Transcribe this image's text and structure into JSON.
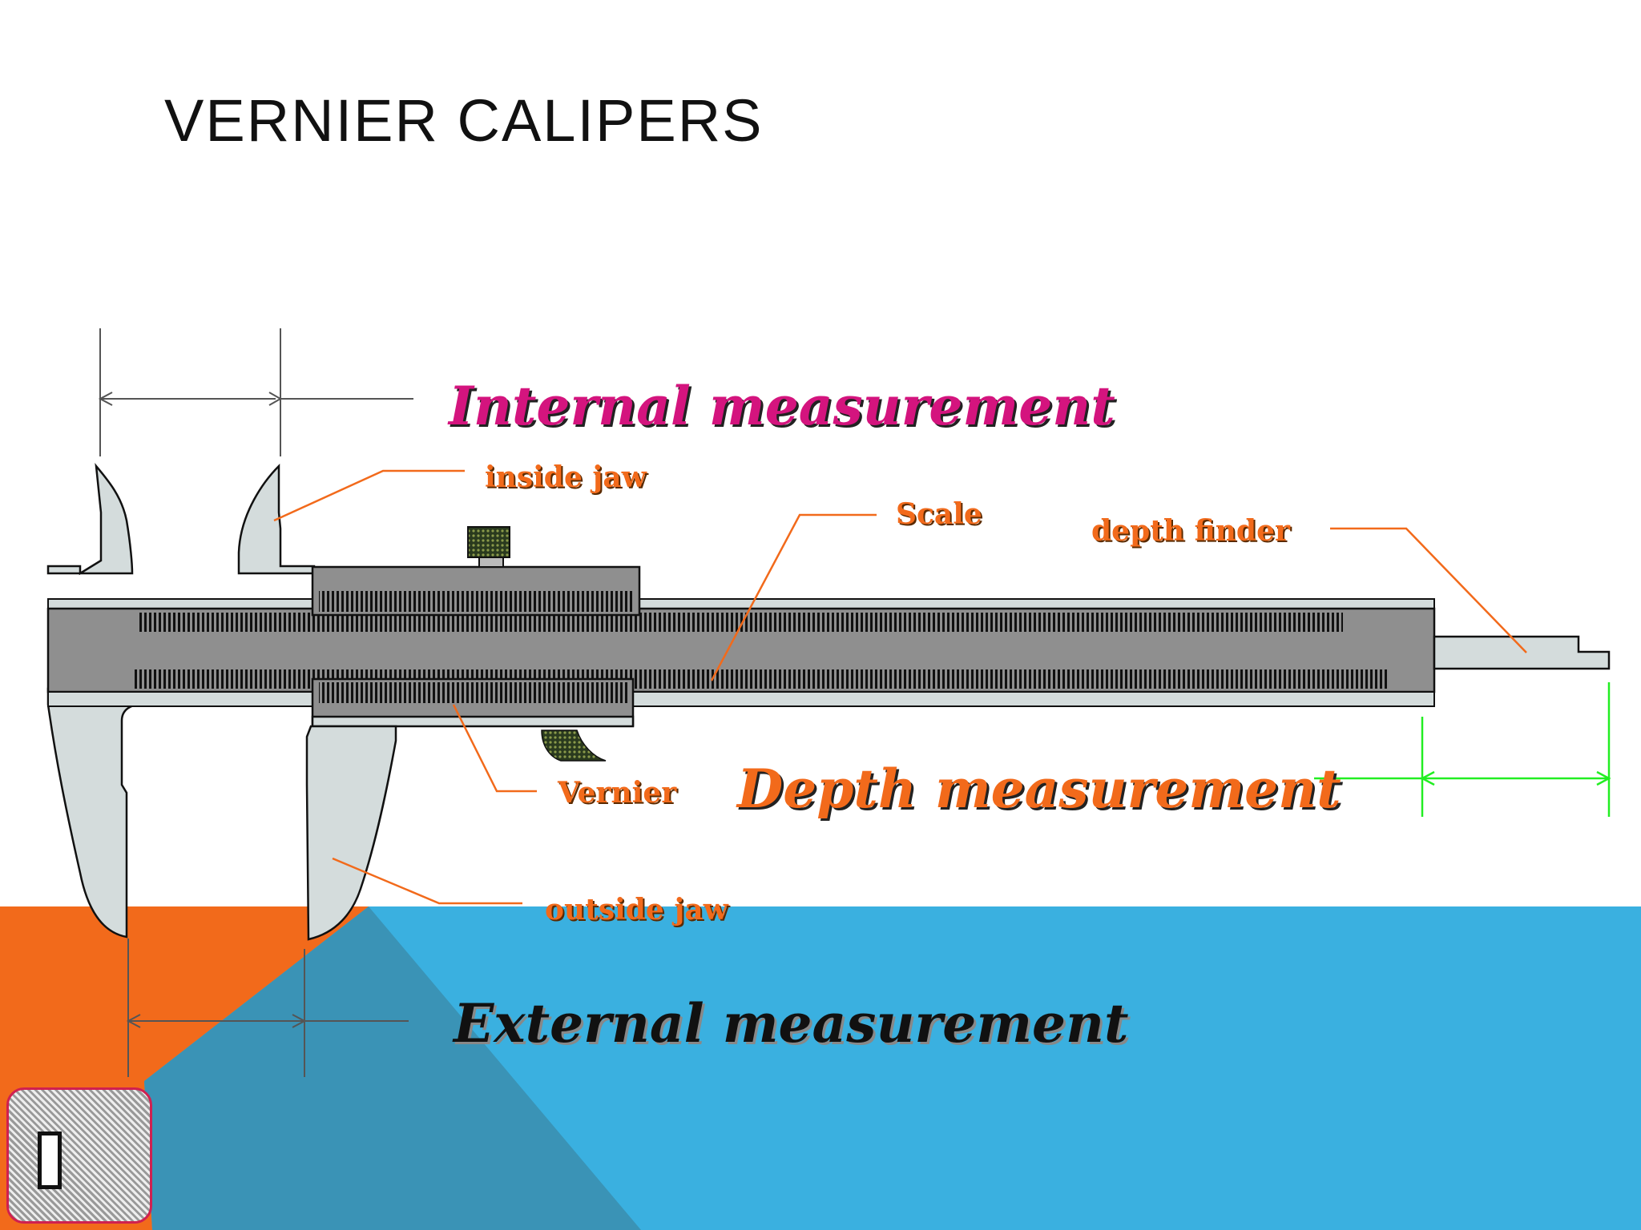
{
  "slide": {
    "title": "VERNIER CALIPERS"
  },
  "labels": {
    "internal_measurement": "Internal measurement",
    "inside_jaw": "inside  jaw",
    "scale": "Scale",
    "depth_finder": "depth  finder",
    "vernier": "Vernier",
    "depth_measurement": "Depth measurement",
    "outside_jaw": "outside  jaw",
    "external_measurement": "External measurement"
  },
  "colors": {
    "orange": "#f26a1b",
    "blue": "#3ab0e0",
    "dark_blue": "#3a93b6",
    "pink": "#d4147e",
    "green": "#22ee22",
    "caliper_body": "#8f8f8f",
    "caliper_light": "#d4dcdc"
  },
  "icons": {
    "nav_button": "speaker-icon"
  }
}
